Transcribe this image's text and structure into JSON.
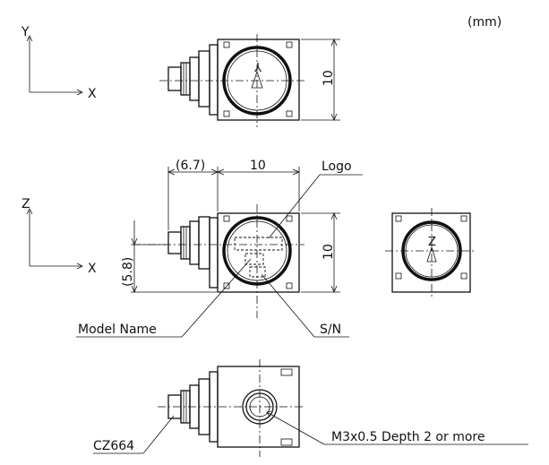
{
  "unit_label": "(mm)",
  "axes": {
    "top_y": "Y",
    "top_x": "X",
    "mid_z": "Z",
    "mid_x": "X"
  },
  "dimensions": {
    "top_height": "10",
    "offset": "(6.7)",
    "width": "10",
    "mid_height": "10",
    "vertical_offset": "(5.8)"
  },
  "callouts": {
    "logo": "Logo",
    "model_name": "Model Name",
    "sn": "S/N",
    "connector": "CZ664",
    "thread": "M3x0.5 Depth 2 or more"
  },
  "marks": {
    "top_axis_letter": "Y",
    "side_axis_letter": "Z"
  }
}
